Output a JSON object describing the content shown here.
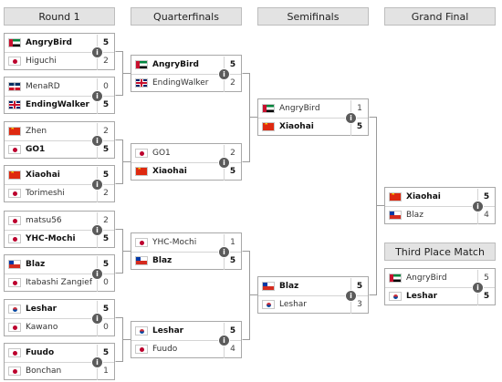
{
  "headers": {
    "round1": "Round 1",
    "quarterfinals": "Quarterfinals",
    "semifinals": "Semifinals",
    "grand_final": "Grand Final",
    "third_place": "Third Place Match"
  },
  "info_glyph": "i",
  "colors": {
    "header_bg": "#e3e3e3",
    "border": "#a8a8a8",
    "line": "#9a9a9a",
    "info_bg": "#5b5b5b"
  },
  "round1": [
    {
      "p1": {
        "name": "AngryBird",
        "flag": "ae",
        "score": "5",
        "win": true
      },
      "p2": {
        "name": "Higuchi",
        "flag": "jp",
        "score": "2",
        "win": false
      }
    },
    {
      "p1": {
        "name": "MenaRD",
        "flag": "do",
        "score": "0",
        "win": false
      },
      "p2": {
        "name": "EndingWalker",
        "flag": "gb",
        "score": "5",
        "win": true
      }
    },
    {
      "p1": {
        "name": "Zhen",
        "flag": "cn",
        "score": "2",
        "win": false
      },
      "p2": {
        "name": "GO1",
        "flag": "jp",
        "score": "5",
        "win": true
      }
    },
    {
      "p1": {
        "name": "Xiaohai",
        "flag": "cn",
        "score": "5",
        "win": true
      },
      "p2": {
        "name": "Torimeshi",
        "flag": "jp",
        "score": "2",
        "win": false
      }
    },
    {
      "p1": {
        "name": "matsu56",
        "flag": "jp",
        "score": "2",
        "win": false
      },
      "p2": {
        "name": "YHC-Mochi",
        "flag": "jp",
        "score": "5",
        "win": true
      }
    },
    {
      "p1": {
        "name": "Blaz",
        "flag": "cl",
        "score": "5",
        "win": true
      },
      "p2": {
        "name": "Itabashi Zangief",
        "flag": "jp",
        "score": "0",
        "win": false
      }
    },
    {
      "p1": {
        "name": "Leshar",
        "flag": "kr",
        "score": "5",
        "win": true
      },
      "p2": {
        "name": "Kawano",
        "flag": "jp",
        "score": "0",
        "win": false
      }
    },
    {
      "p1": {
        "name": "Fuudo",
        "flag": "jp",
        "score": "5",
        "win": true
      },
      "p2": {
        "name": "Bonchan",
        "flag": "jp",
        "score": "1",
        "win": false
      }
    }
  ],
  "quarterfinals": [
    {
      "p1": {
        "name": "AngryBird",
        "flag": "ae",
        "score": "5",
        "win": true
      },
      "p2": {
        "name": "EndingWalker",
        "flag": "gb",
        "score": "2",
        "win": false
      }
    },
    {
      "p1": {
        "name": "GO1",
        "flag": "jp",
        "score": "2",
        "win": false
      },
      "p2": {
        "name": "Xiaohai",
        "flag": "cn",
        "score": "5",
        "win": true
      }
    },
    {
      "p1": {
        "name": "YHC-Mochi",
        "flag": "jp",
        "score": "1",
        "win": false
      },
      "p2": {
        "name": "Blaz",
        "flag": "cl",
        "score": "5",
        "win": true
      }
    },
    {
      "p1": {
        "name": "Leshar",
        "flag": "kr",
        "score": "5",
        "win": true
      },
      "p2": {
        "name": "Fuudo",
        "flag": "jp",
        "score": "4",
        "win": false
      }
    }
  ],
  "semifinals": [
    {
      "p1": {
        "name": "AngryBird",
        "flag": "ae",
        "score": "1",
        "win": false
      },
      "p2": {
        "name": "Xiaohai",
        "flag": "cn",
        "score": "5",
        "win": true
      }
    },
    {
      "p1": {
        "name": "Blaz",
        "flag": "cl",
        "score": "5",
        "win": true
      },
      "p2": {
        "name": "Leshar",
        "flag": "kr",
        "score": "3",
        "win": false
      }
    }
  ],
  "grand_final": [
    {
      "p1": {
        "name": "Xiaohai",
        "flag": "cn",
        "score": "5",
        "win": true
      },
      "p2": {
        "name": "Blaz",
        "flag": "cl",
        "score": "4",
        "win": false
      }
    }
  ],
  "third_place": [
    {
      "p1": {
        "name": "AngryBird",
        "flag": "ae",
        "score": "5",
        "win": false
      },
      "p2": {
        "name": "Leshar",
        "flag": "kr",
        "score": "5",
        "win": true
      }
    }
  ]
}
